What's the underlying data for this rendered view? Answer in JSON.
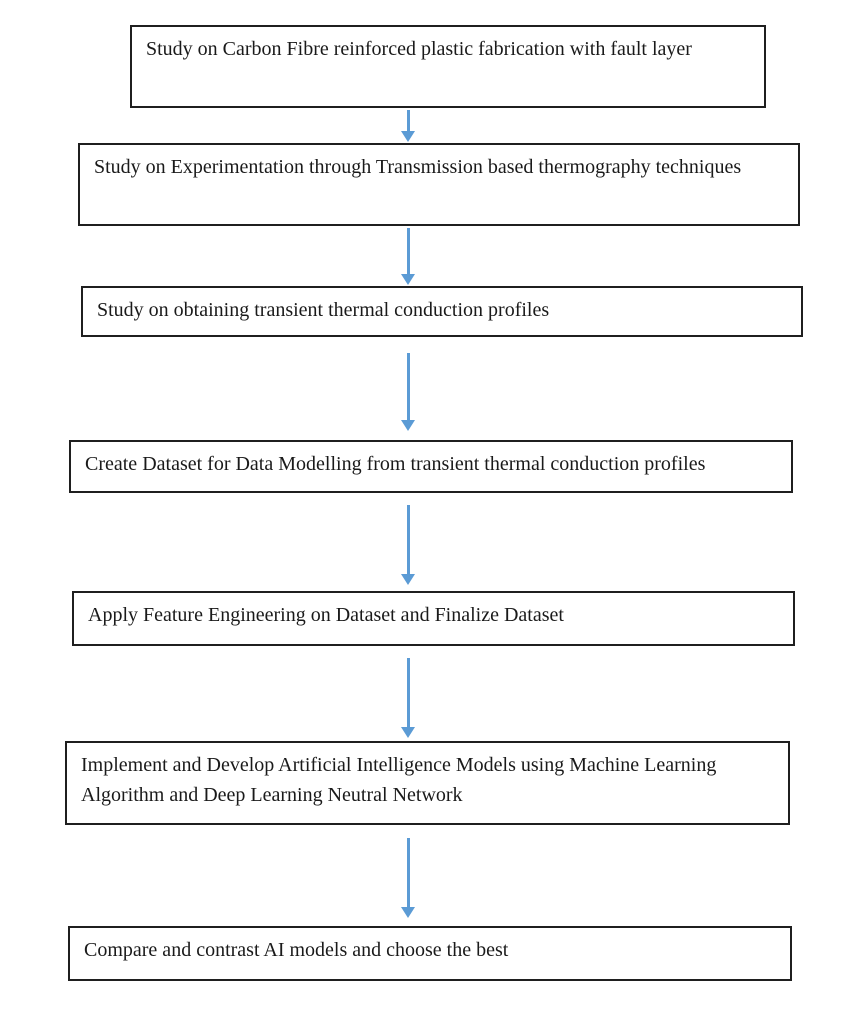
{
  "diagram": {
    "type": "flowchart",
    "direction": "top-down",
    "colors": {
      "background": "#ffffff",
      "box_fill": "#ffffff",
      "box_border": "#1f1f1f",
      "text": "#1a1a1a",
      "arrow": "#5b9bd5"
    },
    "steps": [
      {
        "label": "Study on Carbon Fibre reinforced plastic fabrication with fault layer"
      },
      {
        "label": "Study on Experimentation through Transmission based thermography techniques"
      },
      {
        "label": "Study on obtaining transient thermal conduction profiles"
      },
      {
        "label": "Create Dataset for Data Modelling from transient thermal conduction profiles"
      },
      {
        "label": "Apply Feature Engineering on Dataset and Finalize Dataset"
      },
      {
        "label": "Implement and Develop Artificial Intelligence Models using Machine Learning Algorithm and Deep Learning Neutral Network"
      },
      {
        "label": "Compare and contrast AI models and choose the best"
      }
    ],
    "connectors": [
      {
        "from": 1,
        "to": 2,
        "style": "down-arrow"
      },
      {
        "from": 2,
        "to": 3,
        "style": "down-arrow"
      },
      {
        "from": 3,
        "to": 4,
        "style": "down-arrow"
      },
      {
        "from": 4,
        "to": 5,
        "style": "down-arrow"
      },
      {
        "from": 5,
        "to": 6,
        "style": "down-arrow"
      },
      {
        "from": 6,
        "to": 7,
        "style": "down-arrow"
      }
    ]
  }
}
